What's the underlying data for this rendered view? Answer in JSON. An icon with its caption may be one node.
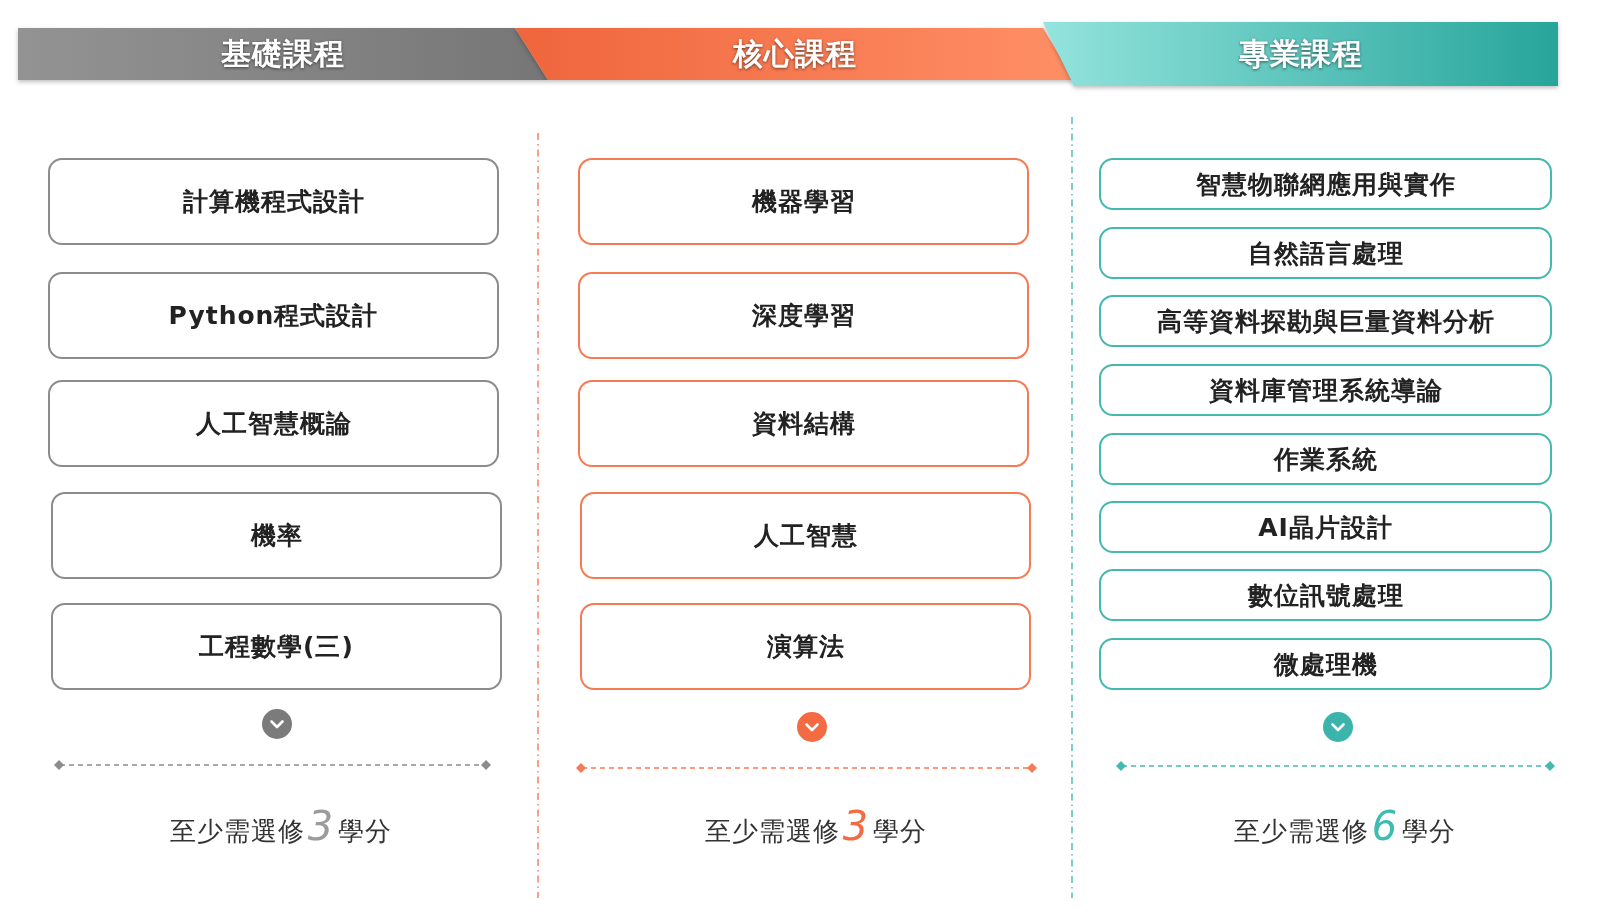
{
  "diagram": {
    "nodes": [
      {
        "text": [
          "基礎課程"
        ]
      },
      {
        "text": [
          "計算機程式設計"
        ]
      },
      {
        "text": [
          "Python程式設計"
        ]
      },
      {
        "text": [
          "人工智慧概論"
        ]
      },
      {
        "text": [
          "機率"
        ]
      },
      {
        "text": [
          "工程數學(三)"
        ]
      },
      {
        "text": [
          "核心課程"
        ]
      },
      {
        "text": [
          "機器學習"
        ]
      },
      {
        "text": [
          "深度學習"
        ]
      },
      {
        "text": [
          "資料結構"
        ]
      },
      {
        "text": [
          "人工智慧"
        ]
      },
      {
        "text": [
          "演算法"
        ]
      },
      {
        "text": [
          "專業課程"
        ]
      },
      {
        "text": [
          "智慧物聯網應用與實作"
        ]
      },
      {
        "text": [
          "自然語言處理"
        ]
      },
      {
        "text": [
          "高等資料探勘與巨量資料分析"
        ]
      },
      {
        "text": [
          "資料庫管理系統導論"
        ]
      },
      {
        "text": [
          "作業系統"
        ]
      },
      {
        "text": [
          "AI晶片設計"
        ]
      },
      {
        "text": [
          "數位訊號處理"
        ]
      },
      {
        "text": [
          "微處理機"
        ]
      }
    ],
    "labels": [
      "至少需選修",
      "3",
      "學分",
      "至少需選修",
      "3",
      "學分",
      "至少需選修",
      "6",
      "學分"
    ]
  }
}
